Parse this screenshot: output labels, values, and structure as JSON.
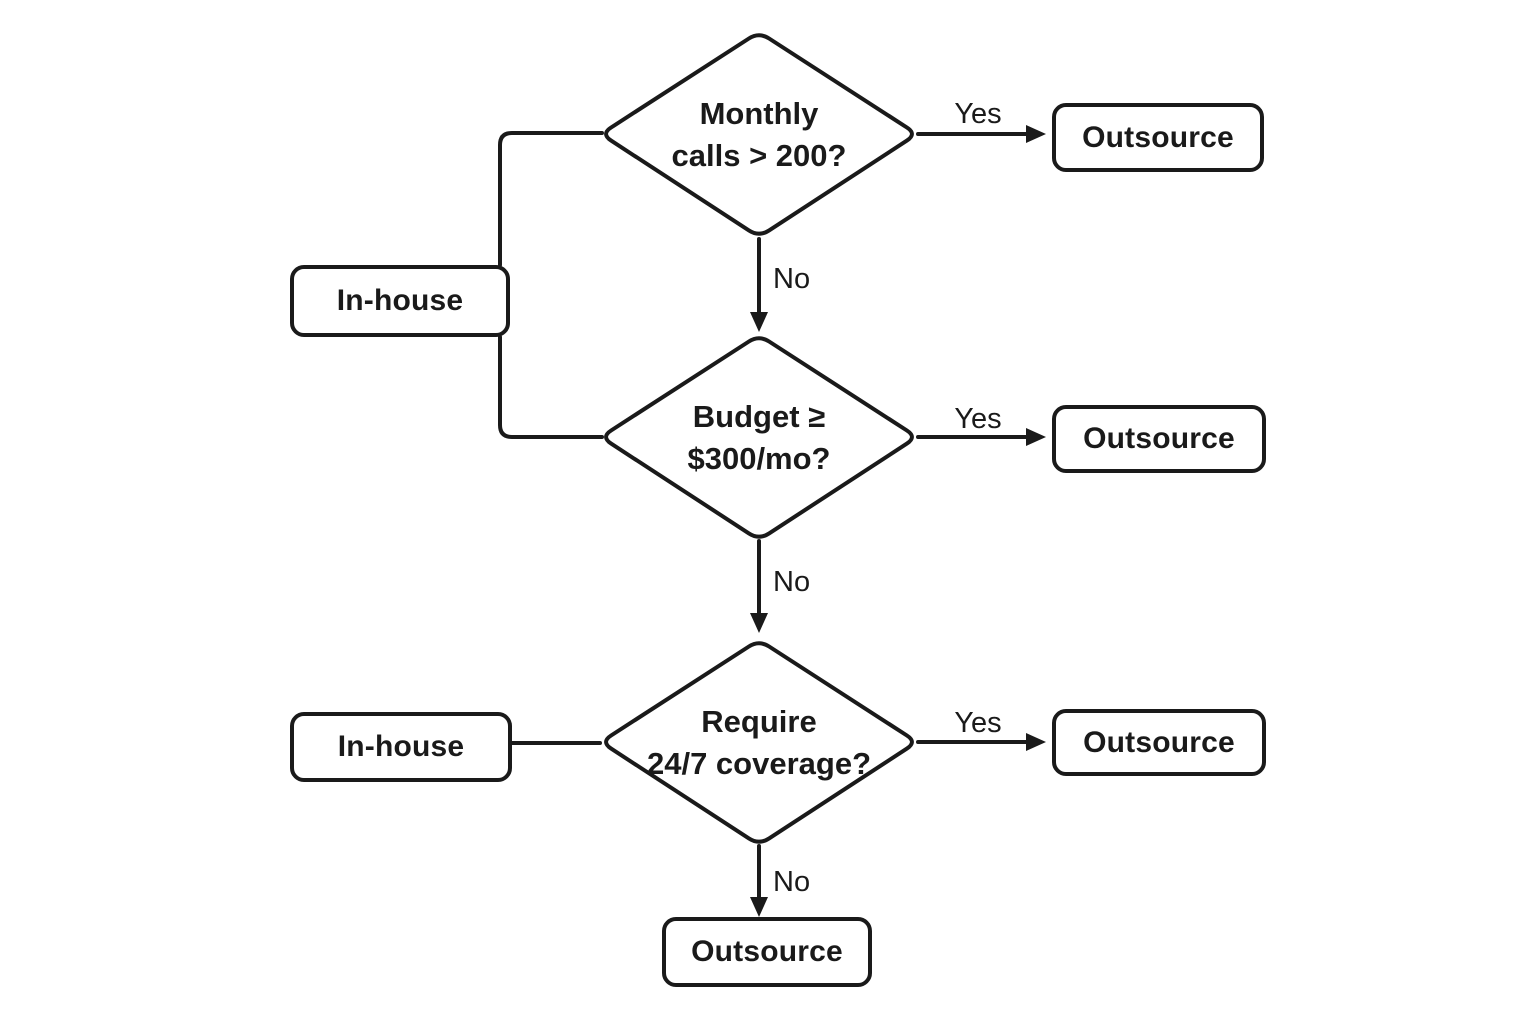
{
  "diagram": {
    "type": "flowchart",
    "colors": {
      "stroke": "#1a1a1a",
      "background": "#ffffff",
      "text": "#1a1a1a"
    },
    "nodes": {
      "decision_monthly_calls": {
        "shape": "diamond",
        "label": "Monthly\ncalls > 200?"
      },
      "decision_budget": {
        "shape": "diamond",
        "label": "Budget ≥\n$300/mo?"
      },
      "decision_coverage": {
        "shape": "diamond",
        "label": "Require\n24/7 coverage?"
      },
      "in_house_top": {
        "shape": "rounded-rect",
        "label": "In-house"
      },
      "in_house_bottom": {
        "shape": "rounded-rect",
        "label": "In-house"
      },
      "outsource_right_1": {
        "shape": "rounded-rect",
        "label": "Outsource"
      },
      "outsource_right_2": {
        "shape": "rounded-rect",
        "label": "Outsource"
      },
      "outsource_right_3": {
        "shape": "rounded-rect",
        "label": "Outsource"
      },
      "outsource_bottom": {
        "shape": "rounded-rect",
        "label": "Outsource"
      }
    },
    "edge_labels": {
      "yes_1": "Yes",
      "no_1": "No",
      "yes_2": "Yes",
      "no_2": "No",
      "yes_3": "Yes",
      "no_3": "No"
    },
    "edges": [
      {
        "from": "decision_monthly_calls",
        "to": "outsource_right_1",
        "label": "Yes"
      },
      {
        "from": "decision_monthly_calls",
        "to": "decision_budget",
        "label": "No"
      },
      {
        "from": "decision_budget",
        "to": "outsource_right_2",
        "label": "Yes"
      },
      {
        "from": "decision_budget",
        "to": "decision_coverage",
        "label": "No"
      },
      {
        "from": "decision_coverage",
        "to": "outsource_right_3",
        "label": "Yes"
      },
      {
        "from": "decision_coverage",
        "to": "outsource_bottom",
        "label": "No"
      },
      {
        "from": "in_house_top",
        "to": "decision_monthly_calls",
        "label": ""
      },
      {
        "from": "in_house_top",
        "to": "decision_budget",
        "label": ""
      },
      {
        "from": "in_house_bottom",
        "to": "decision_coverage",
        "label": ""
      }
    ]
  }
}
